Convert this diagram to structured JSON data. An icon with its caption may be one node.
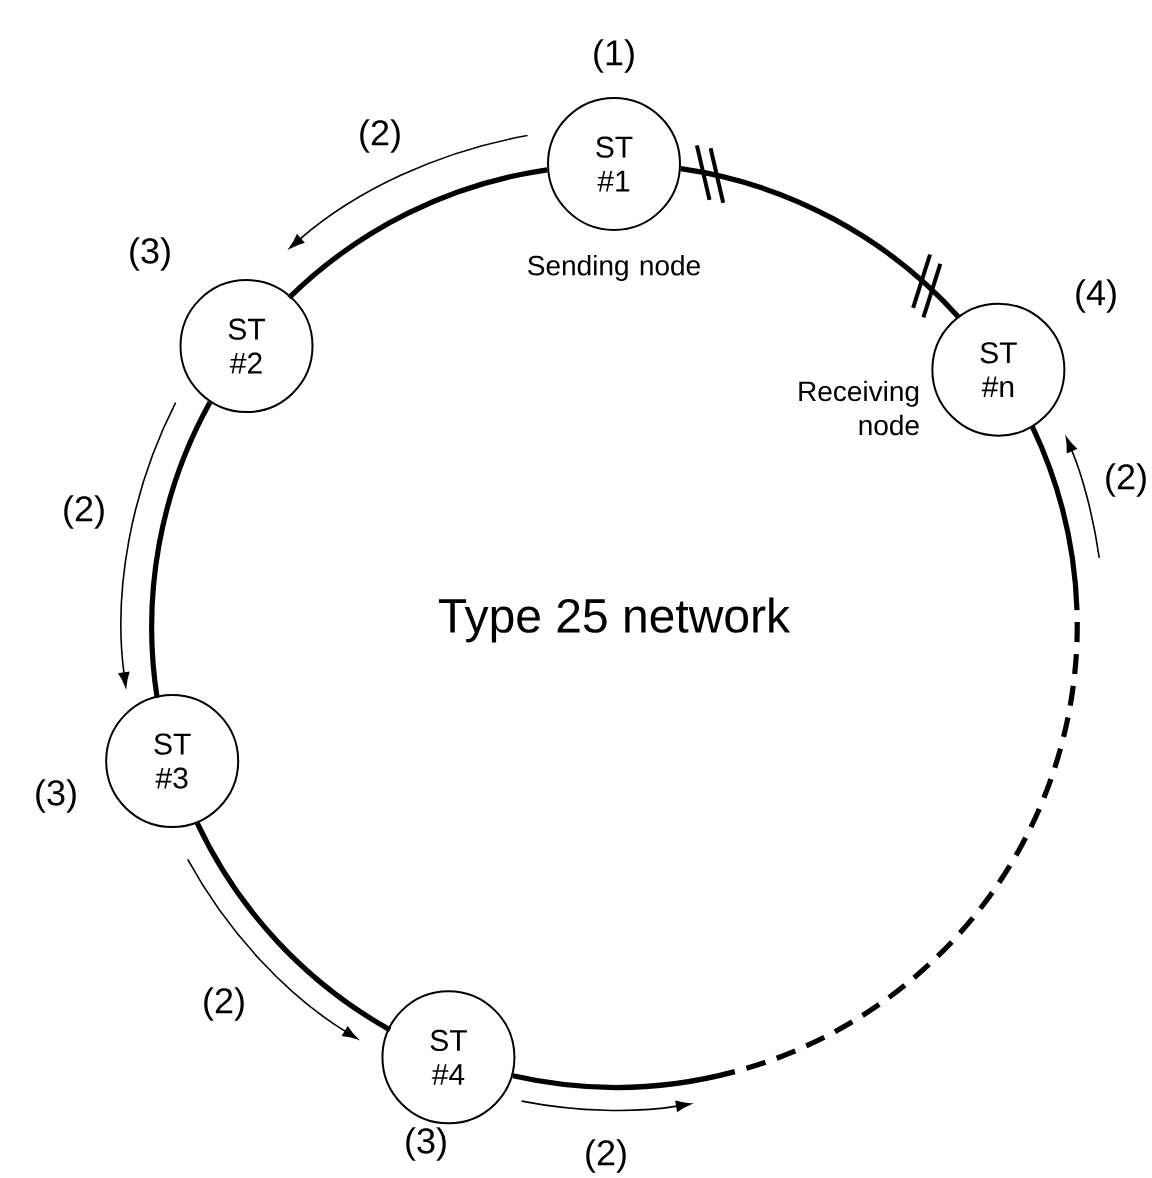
{
  "diagram": {
    "title": "Type 25 network",
    "nodes": [
      {
        "text": [
          "ST #1"
        ],
        "beside": [
          "(1)",
          "Sending node"
        ]
      },
      {
        "text": [
          "ST #2"
        ],
        "beside": [
          "(3)"
        ]
      },
      {
        "text": [
          "ST #3"
        ],
        "beside": [
          "(3)"
        ]
      },
      {
        "text": [
          "ST #4"
        ],
        "beside": [
          "(3)"
        ]
      },
      {
        "text": [
          "ST #n"
        ],
        "beside": [
          "(4)",
          "Receiving node"
        ]
      }
    ],
    "edges": [
      {
        "from": 0,
        "to": 1,
        "arrow": "none"
      },
      {
        "from": 1,
        "to": 2,
        "arrow": "none"
      },
      {
        "from": 2,
        "to": 3,
        "arrow": "none"
      },
      {
        "from": 3,
        "to": 4,
        "arrow": "none",
        "style": "dashed"
      },
      {
        "from": 0,
        "to": 4,
        "arrow": "none"
      }
    ],
    "labels": [
      "(2)",
      "(2)",
      "(2)",
      "(2)",
      "(2)"
    ]
  }
}
